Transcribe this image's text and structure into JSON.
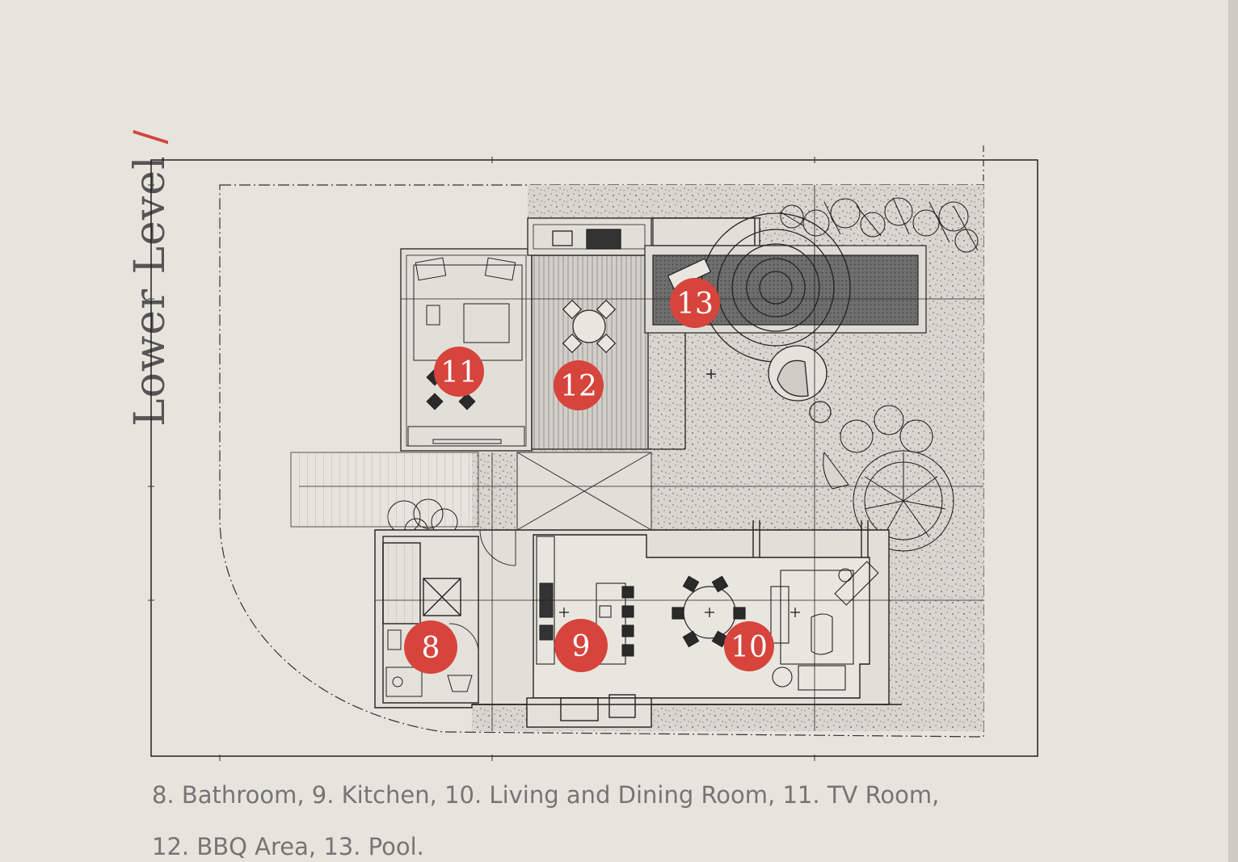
{
  "title": {
    "text": "Lower Level",
    "separator": "/"
  },
  "rooms": [
    {
      "number": "8",
      "name": "Bathroom"
    },
    {
      "number": "9",
      "name": "Kitchen"
    },
    {
      "number": "10",
      "name": "Living and Dining Room"
    },
    {
      "number": "11",
      "name": "TV Room"
    },
    {
      "number": "12",
      "name": "BBQ Area"
    },
    {
      "number": "13",
      "name": "Pool"
    }
  ],
  "caption": {
    "line1": "8. Bathroom, 9. Kitchen, 10. Living and Dining Room, 11. TV Room,",
    "line2": "12. BBQ Area, 13. Pool."
  },
  "colors": {
    "background": "#e7e4de",
    "accent": "#d6443c",
    "line": "#222222",
    "caption": "#757575"
  }
}
